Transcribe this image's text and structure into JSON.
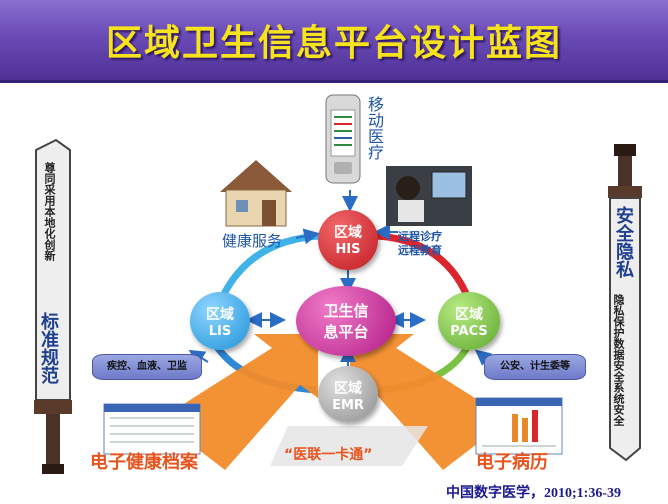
{
  "title": "区域卫生信息平台设计蓝图",
  "center": {
    "line1": "卫生信",
    "line2": "息平台"
  },
  "nodes": {
    "his": {
      "line1": "区域",
      "line2": "HIS"
    },
    "lis": {
      "line1": "区域",
      "line2": "LIS"
    },
    "pacs": {
      "line1": "区域",
      "line2": "PACS"
    },
    "emr": {
      "line1": "区域",
      "line2": "EMR"
    }
  },
  "labels": {
    "health_service": "健康服务",
    "mobile_medical": "移动医疗",
    "remote_diagnosis": "远程诊疗",
    "remote_education": "远程教育",
    "left_db": "疾控、血液、卫监",
    "right_db": "公安、计生委等",
    "ehr": "电子健康档案",
    "emr_record": "电子病历",
    "one_card": "“医联一卡通”"
  },
  "left_sword": {
    "small": "尊同采用本地化创新",
    "big": "标准规范"
  },
  "right_sword": {
    "big": "安全隐私",
    "small": "隐私保护数据安全系统安全"
  },
  "citation": "中国数字医学，2010;1:36-39",
  "colors": {
    "title": "#f6e31b",
    "his": "#d9262c",
    "lis": "#2ea6e8",
    "pacs": "#7cc242",
    "emr": "#a3a3a3",
    "center": "#c2228f",
    "arrow": "#f28b2a"
  }
}
